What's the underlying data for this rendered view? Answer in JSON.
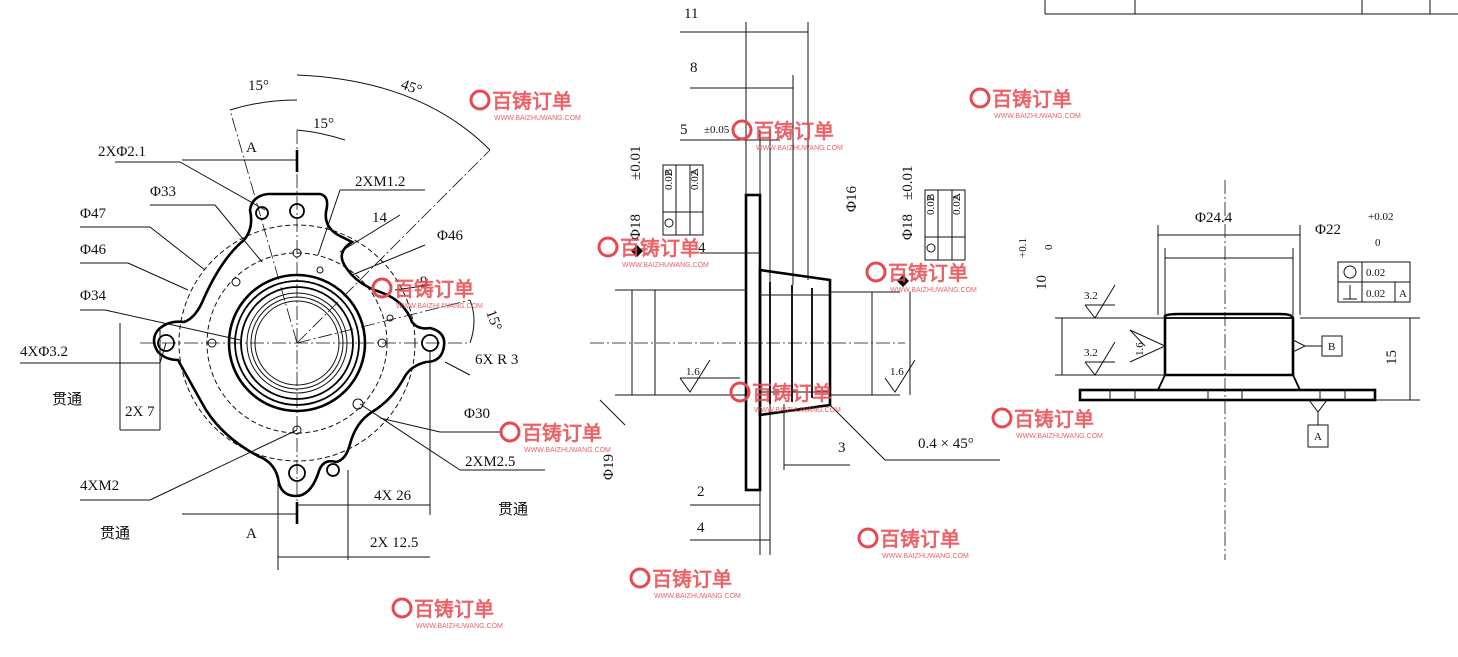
{
  "front_view": {
    "angle_15_top": "15°",
    "angle_15_inner": "15°",
    "angle_45": "45°",
    "angle_15_right": "15°",
    "hole_2x_d21": "2XΦ2.1",
    "dia_33": "Φ33",
    "dia_47": "Φ47",
    "dia_46_left": "Φ46",
    "dia_34": "Φ34",
    "hole_4x_d32": "4XΦ3.2",
    "through_left": "贯通",
    "dim_2x7": "2X 7",
    "thread_4xm2": "4XM2",
    "through_bottom": "贯通",
    "section_a_top": "A",
    "section_a_bottom": "A",
    "thread_2xm12": "2XM1.2",
    "dim_14": "14",
    "dia_46_right": "Φ46",
    "dim_9": "9",
    "radius_6xr3": "6X R 3",
    "dia_30": "Φ30",
    "thread_2xm25": "2XM2.5",
    "through_right": "贯通",
    "dim_4x26": "4X 26",
    "dim_2x125": "2X 12.5"
  },
  "section_view": {
    "dim_11": "11",
    "dim_8": "8",
    "dim_5": "5",
    "tol_005": "±0.05",
    "dia_18_left": "Φ18",
    "tol_001_left": "±0.01",
    "gdt_left": {
      "row1_val": "0.02",
      "row1_ref": "B",
      "row2_val": "0.02",
      "row2_ref": "A"
    },
    "dim_4_top": "4",
    "rough_16_left": "1.6",
    "dia_19": "Φ19",
    "dim_2": "2",
    "dim_4_bottom": "4",
    "dia_16": "Φ16",
    "dia_18_right": "Φ18",
    "tol_001_right": "±0.01",
    "gdt_right": {
      "row1_val": "0.02",
      "row1_ref": "B",
      "row2_val": "0.02",
      "row2_ref": "A"
    },
    "rough_16_right": "1.6",
    "dim_3": "3",
    "chamfer": "0.4 × 45°"
  },
  "side_view": {
    "dia_244": "Φ24.4",
    "dia_22": "Φ22",
    "tol_plus": "+0.02",
    "tol_zero": "0",
    "dim_10": "10",
    "tol10_plus": "+0.1",
    "tol10_zero": "0",
    "rough_32_top": "3.2",
    "rough_32_bottom": "3.2",
    "rough_16": "1.6",
    "gdt": {
      "row1_val": "0.02",
      "row2_val": "0.02",
      "row2_ref": "A"
    },
    "datum_b": "B",
    "datum_a": "A",
    "dim_15": "15"
  },
  "watermark": {
    "brand": "百铸订单",
    "url": "WWW.BAIZHUWANG.COM",
    "color": "#e8484e"
  }
}
